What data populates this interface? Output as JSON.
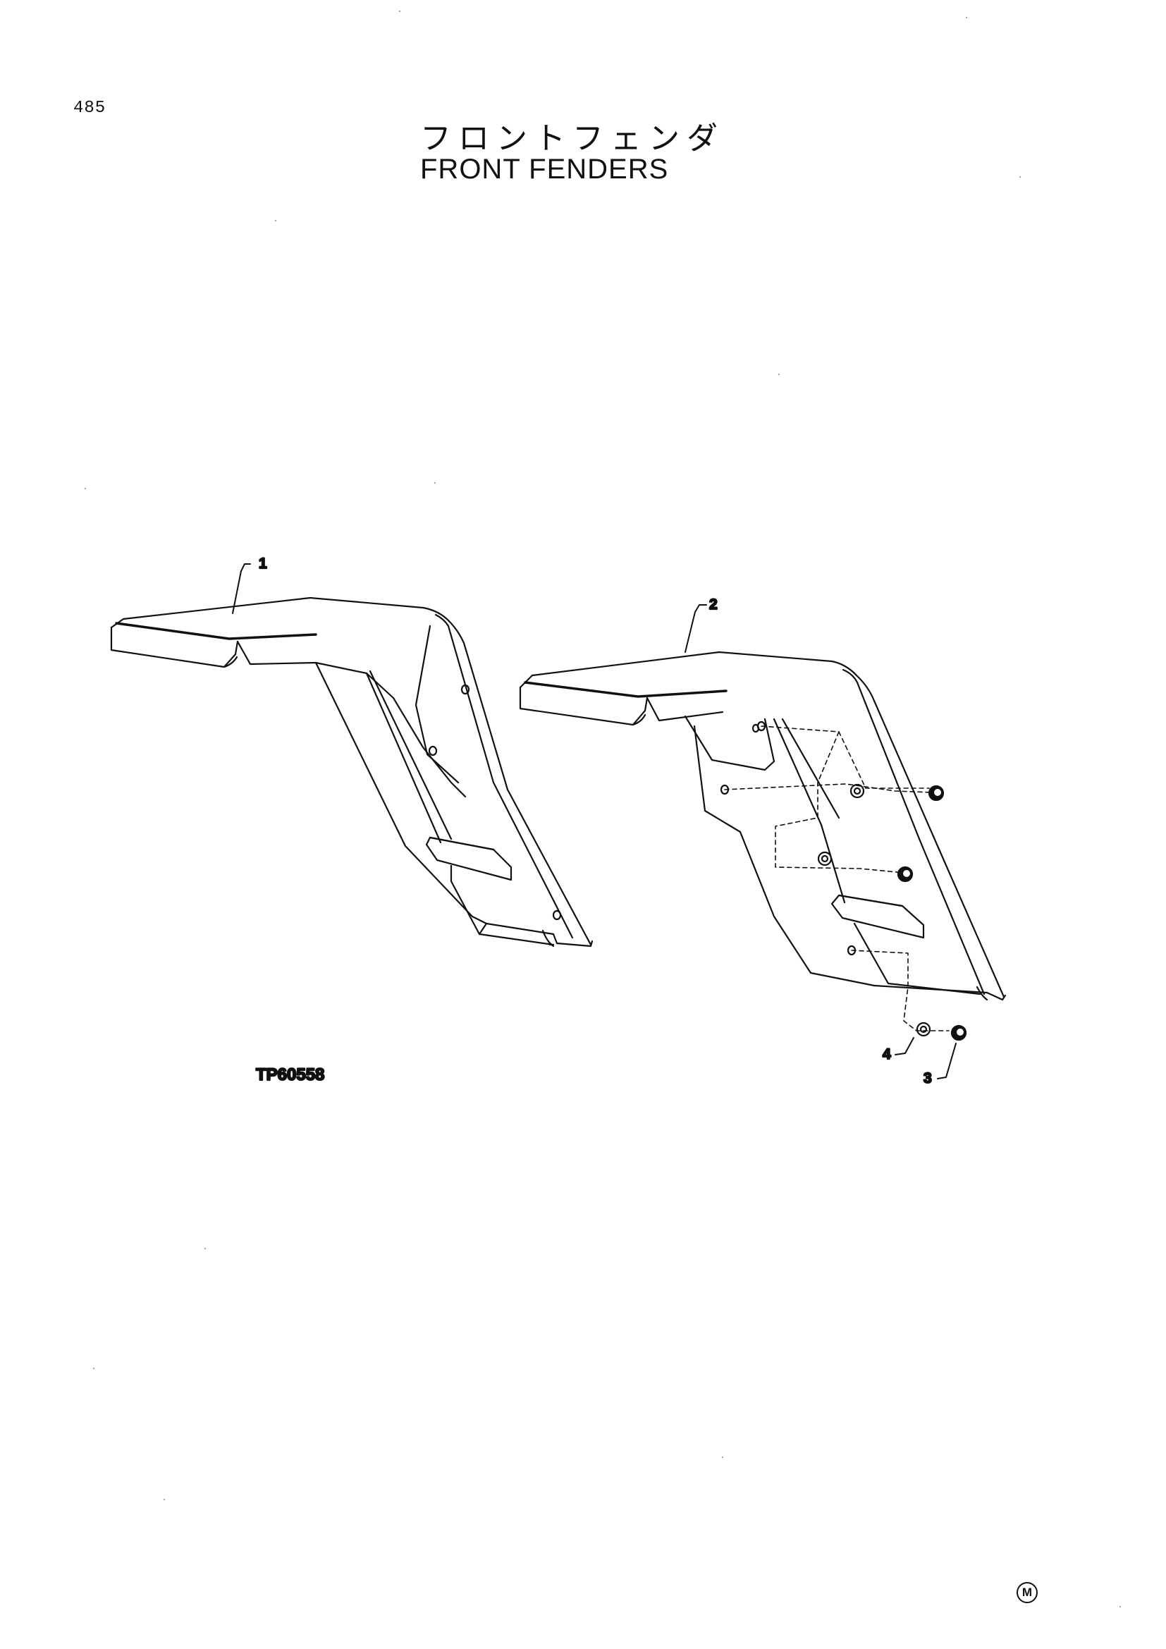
{
  "page": {
    "number": "485",
    "title_jp": "フロントフェンダ",
    "title_en": "FRONT FENDERS"
  },
  "diagram": {
    "figure_ref": "TP60558",
    "callouts": [
      "1",
      "2",
      "3",
      "4"
    ]
  },
  "footer": {
    "mark": "M"
  }
}
